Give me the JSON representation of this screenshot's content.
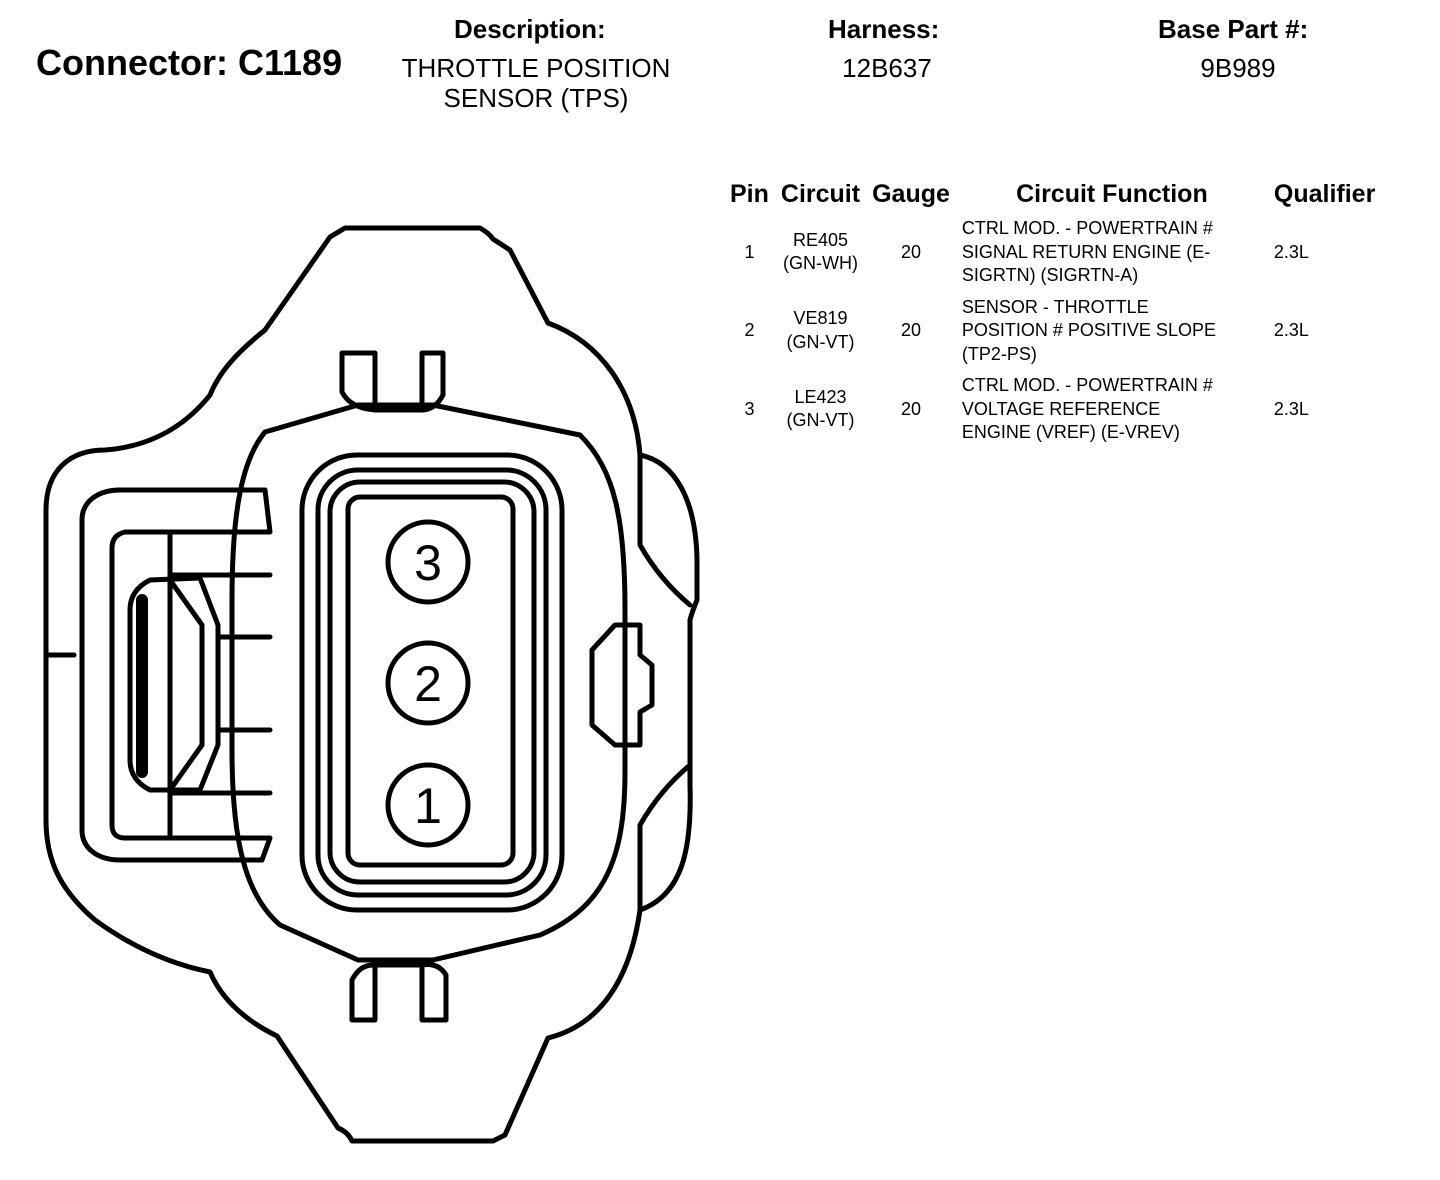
{
  "header": {
    "connector_title": "Connector: C1189",
    "description_label": "Description:",
    "description_line1": "THROTTLE POSITION",
    "description_line2": "SENSOR (TPS)",
    "harness_label": "Harness:",
    "harness_value": "12B637",
    "base_part_label": "Base Part #:",
    "base_part_value": "9B989"
  },
  "table": {
    "headers": {
      "pin": "Pin",
      "circuit": "Circuit",
      "gauge": "Gauge",
      "function": "Circuit Function",
      "qualifier": "Qualifier"
    },
    "rows": [
      {
        "pin": "1",
        "circuit_id": "RE405",
        "circuit_color": "(GN-WH)",
        "gauge": "20",
        "function_line1": "CTRL MOD. - POWERTRAIN #",
        "function_line2": "SIGNAL RETURN ENGINE (E-",
        "function_line3": "SIGRTN) (SIGRTN-A)",
        "qualifier": "2.3L"
      },
      {
        "pin": "2",
        "circuit_id": "VE819",
        "circuit_color": "(GN-VT)",
        "gauge": "20",
        "function_line1": "SENSOR - THROTTLE",
        "function_line2": "POSITION # POSITIVE SLOPE",
        "function_line3": "(TP2-PS)",
        "qualifier": "2.3L"
      },
      {
        "pin": "3",
        "circuit_id": "LE423",
        "circuit_color": "(GN-VT)",
        "gauge": "20",
        "function_line1": "CTRL MOD. - POWERTRAIN #",
        "function_line2": "VOLTAGE REFERENCE",
        "function_line3": "ENGINE (VREF) (E-VREV)",
        "qualifier": "2.3L"
      }
    ]
  },
  "diagram": {
    "pin_labels": [
      "3",
      "2",
      "1"
    ],
    "stroke_color": "#000000",
    "fill_color": "#ffffff"
  }
}
